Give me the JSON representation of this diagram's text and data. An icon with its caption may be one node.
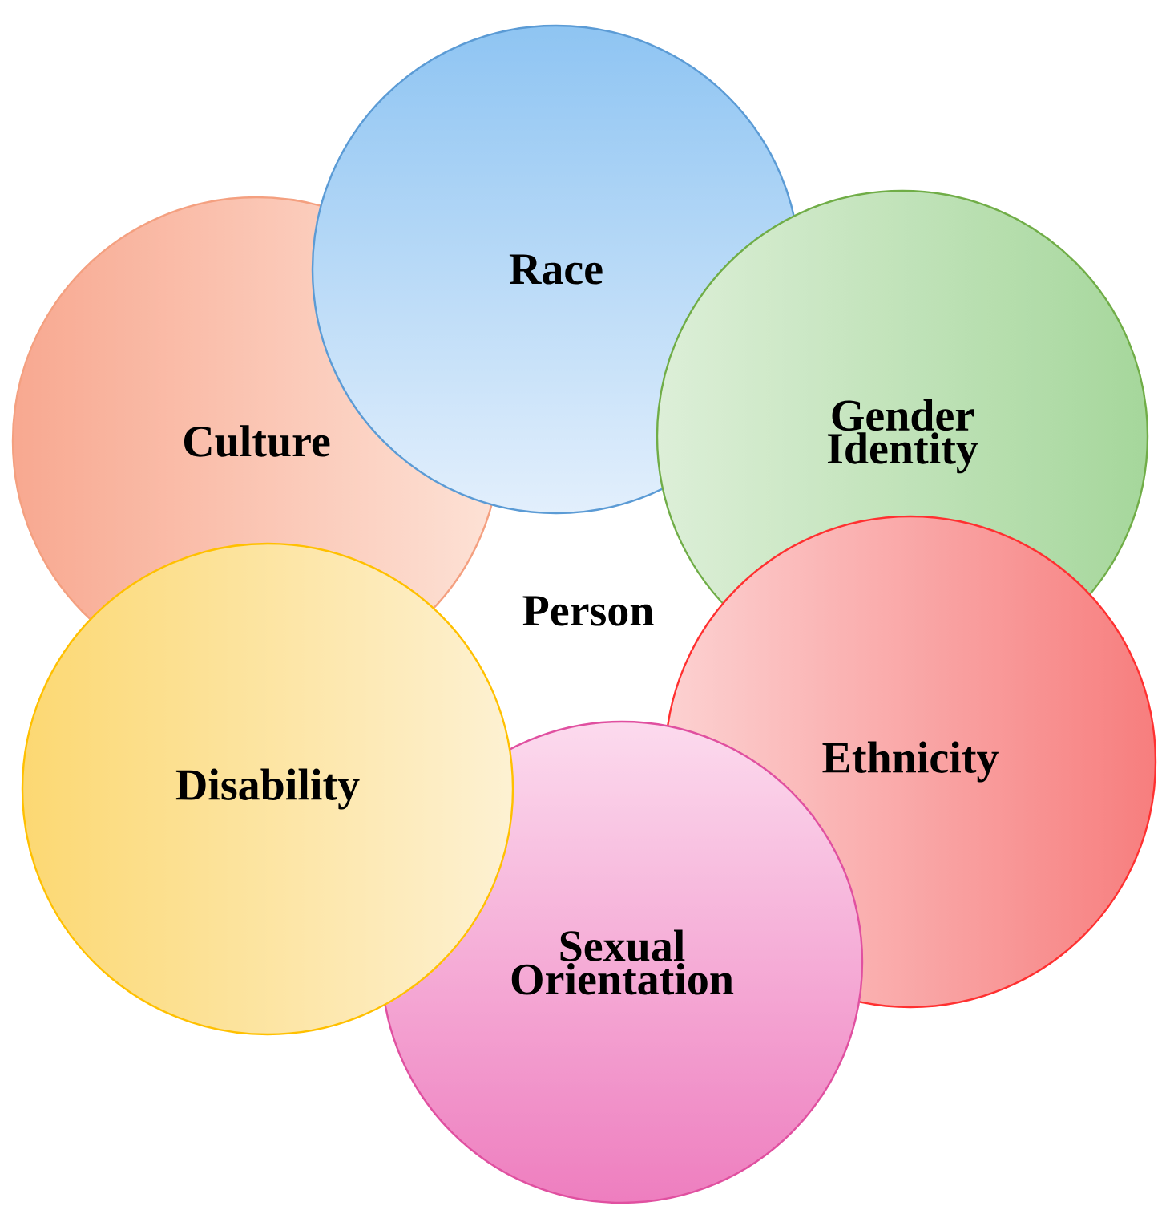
{
  "diagram": {
    "nodes": [
      {
        "text": [
          "Race"
        ]
      },
      {
        "text": [
          "Culture"
        ]
      },
      {
        "text": [
          "Gender Identity"
        ]
      },
      {
        "text": [
          "Person"
        ]
      },
      {
        "text": [
          "Ethnicity"
        ]
      },
      {
        "text": [
          "Disability"
        ]
      },
      {
        "text": [
          "Sexual Orientation"
        ]
      }
    ]
  }
}
